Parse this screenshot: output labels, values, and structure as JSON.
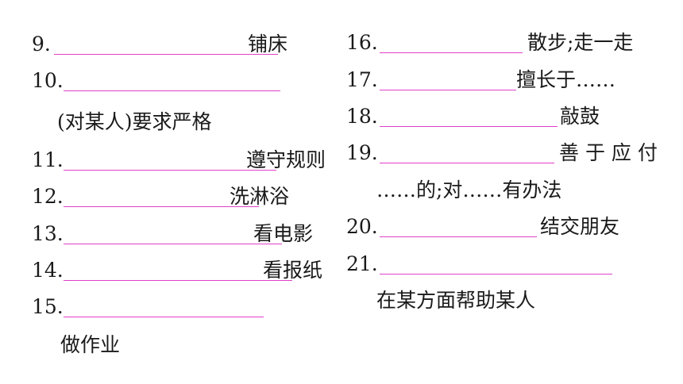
{
  "left_items": [
    {
      "num": "9.",
      "meaning": "铺床",
      "continuation": ""
    },
    {
      "num": "10.",
      "meaning": "",
      "continuation": "(对某人)要求严格"
    },
    {
      "num": "11.",
      "meaning": "遵守规则",
      "continuation": ""
    },
    {
      "num": "12.",
      "meaning": "洗淋浴",
      "continuation": ""
    },
    {
      "num": "13.",
      "meaning": "看电影",
      "continuation": ""
    },
    {
      "num": "14.",
      "meaning": "看报纸",
      "continuation": ""
    },
    {
      "num": "15.",
      "meaning": "",
      "continuation": "做作业"
    }
  ],
  "right_items": [
    {
      "num": "16.",
      "meaning": "散步;走一走",
      "continuation": ""
    },
    {
      "num": "17.",
      "meaning": "擅长于……",
      "continuation": ""
    },
    {
      "num": "18.",
      "meaning": "敲鼓",
      "continuation": ""
    },
    {
      "num": "19.",
      "meaning": "善 于 应 付",
      "continuation": "……的;对……有办法"
    },
    {
      "num": "20.",
      "meaning": "结交朋友",
      "continuation": ""
    },
    {
      "num": "21.",
      "meaning": "",
      "continuation": "在某方面帮助某人"
    }
  ],
  "colors": {
    "blank_line": "#e040c8",
    "text": "#1a1a1a"
  }
}
